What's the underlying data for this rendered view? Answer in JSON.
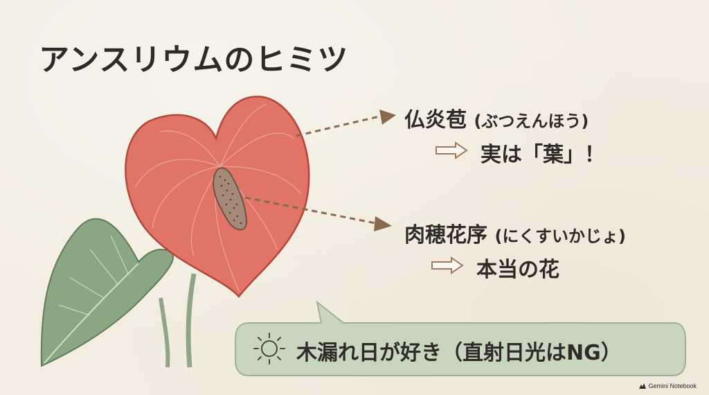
{
  "title": "アンスリウムのヒミツ",
  "labels": {
    "spathe": {
      "main": "仏炎苞",
      "reading": "(ぶつえんほう)",
      "note": "実は「葉」！"
    },
    "spadix": {
      "main": "肉穂花序",
      "reading": "(にくすいかじょ)",
      "note": "本当の花"
    }
  },
  "tip": "木漏れ日が好き（直射日光はNG）",
  "brand": "Gemini Notebook",
  "colors": {
    "spathe": "#e07466",
    "leaf": "#8aa682",
    "bubble": "#c9d6bf",
    "arrow": "#8a6a4e"
  },
  "icons": [
    "arrow-right-icon",
    "sun-icon",
    "logo-icon"
  ]
}
